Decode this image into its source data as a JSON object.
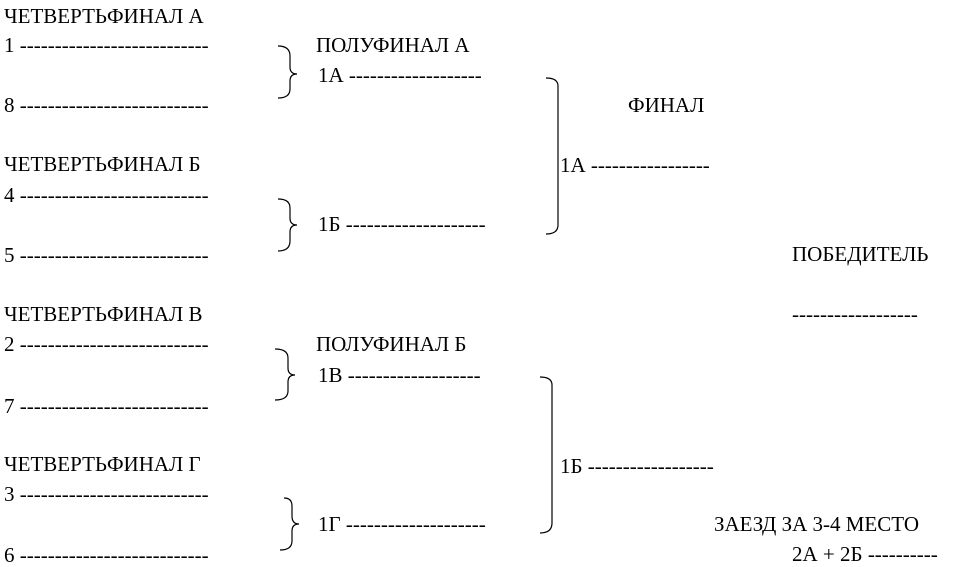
{
  "quarterfinals": [
    {
      "title": "ЧЕТВЕРТЬФИНАЛ А",
      "lines": [
        "1 ---------------------------",
        "8 ---------------------------"
      ]
    },
    {
      "title": "ЧЕТВЕРТЬФИНАЛ Б",
      "lines": [
        "4 ---------------------------",
        "5 ---------------------------"
      ]
    },
    {
      "title": "ЧЕТВЕРТЬФИНАЛ В",
      "lines": [
        "2 ---------------------------",
        "7 ---------------------------"
      ]
    },
    {
      "title": "ЧЕТВЕРТЬФИНАЛ Г",
      "lines": [
        "3 ---------------------------",
        "6 ---------------------------"
      ]
    }
  ],
  "semifinals": {
    "a": {
      "title": "ПОЛУФИНАЛ А",
      "lines": [
        "1А -------------------",
        "1Б --------------------"
      ]
    },
    "b": {
      "title": "ПОЛУФИНАЛ Б",
      "lines": [
        "1В -------------------",
        "1Г --------------------"
      ]
    }
  },
  "final": {
    "title": "ФИНАЛ",
    "lines": [
      "1А -----------------",
      "1Б ------------------"
    ]
  },
  "winner": {
    "title": "ПОБЕДИТЕЛЬ",
    "line": "------------------"
  },
  "third_place": {
    "title": "ЗАЕЗД ЗА 3-4 МЕСТО",
    "line": "2А + 2Б ----------"
  }
}
